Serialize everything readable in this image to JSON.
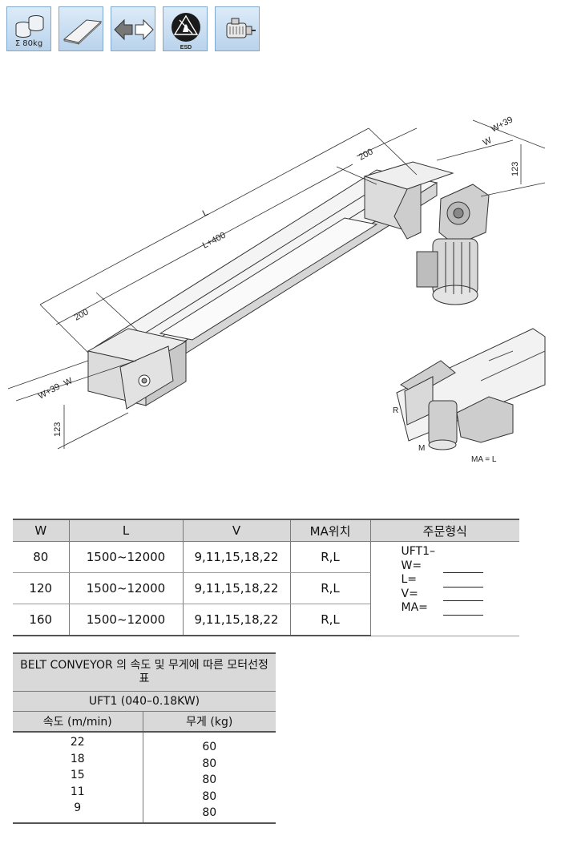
{
  "icons": [
    {
      "name": "weight-capacity-icon",
      "label": "Σ 80kg"
    },
    {
      "name": "flat-belt-icon"
    },
    {
      "name": "bidirectional-arrows-icon"
    },
    {
      "name": "esd-icon",
      "label": "ESD"
    },
    {
      "name": "motor-icon"
    }
  ],
  "drawing": {
    "dims": {
      "L": "L",
      "L400": "L+400",
      "d200a": "200",
      "d200b": "200",
      "W": "W",
      "W39": "W+39",
      "h123": "123"
    },
    "inset": {
      "R": "R",
      "M": "M",
      "MA": "MA = L"
    }
  },
  "spec_table": {
    "headers": [
      "W",
      "L",
      "V",
      "MA위치",
      "주문형식"
    ],
    "rows": [
      {
        "w": "80",
        "l": "1500~12000",
        "v": "9,11,15,18,22",
        "ma": "R,L"
      },
      {
        "w": "120",
        "l": "1500~12000",
        "v": "9,11,15,18,22",
        "ma": "R,L"
      },
      {
        "w": "160",
        "l": "1500~12000",
        "v": "9,11,15,18,22",
        "ma": "R,L"
      }
    ],
    "order_form": {
      "model": "UFT1–",
      "fields": [
        "W=",
        "L=",
        "V=",
        "MA="
      ]
    }
  },
  "motor_table": {
    "title": "BELT CONVEYOR 의 속도 및 무게에 따른 모터선정표",
    "model": "UFT1 (040–0.18KW)",
    "col_speed": "속도 (m/min)",
    "col_weight": "무게 (kg)",
    "speeds": [
      "22",
      "18",
      "15",
      "11",
      "9"
    ],
    "weights": [
      "60",
      "80",
      "80",
      "80",
      "80"
    ]
  }
}
